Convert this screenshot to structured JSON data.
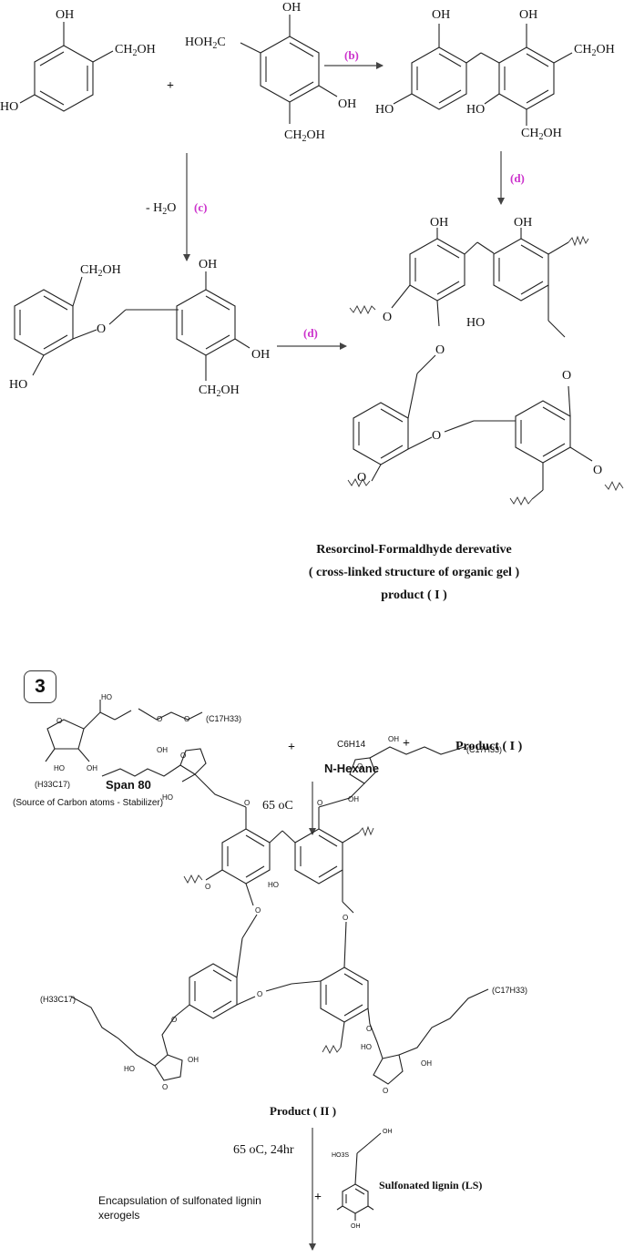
{
  "labels": {
    "oh": "OH",
    "ho": "HO",
    "ch2oh": "CH",
    "ch2oh_tail": "OH",
    "hoh2c": "HOH",
    "hoh2c_tail": "C",
    "sub2": "2",
    "o": "O",
    "plus": "+",
    "water_minus": "- H",
    "water_o": "O"
  },
  "steps": {
    "b": "(b)",
    "c": "(c)",
    "d": "(d)"
  },
  "product1": {
    "line1": "Resorcinol-Formaldhyde derevative",
    "line2": "( cross-linked structure of organic gel )",
    "line3": "product ( I )"
  },
  "section3": {
    "number": "3",
    "span80_name": "Span 80",
    "span80_note": "(Source of Carbon atoms - Stabilizer)",
    "c17h33": "(C17H33)",
    "h33c17": "(H33C17)",
    "hexane_formula": "C6H14",
    "hexane_name": "N-Hexane",
    "product1_ref": "Product ( I )",
    "temp1": "65 oC",
    "product2": "Product ( II )",
    "temp2": "65 oC, 24hr",
    "encapsulation": "Encapsulation of sulfonated lignin xerogels",
    "ls_name": "Sulfonated lignin  (LS)",
    "ls_so3h": "HO3S",
    "ls_oh": "OH",
    "ls_oh_bottom": "OH"
  },
  "colors": {
    "step_label": "#cc33cc",
    "ink": "#111111"
  }
}
